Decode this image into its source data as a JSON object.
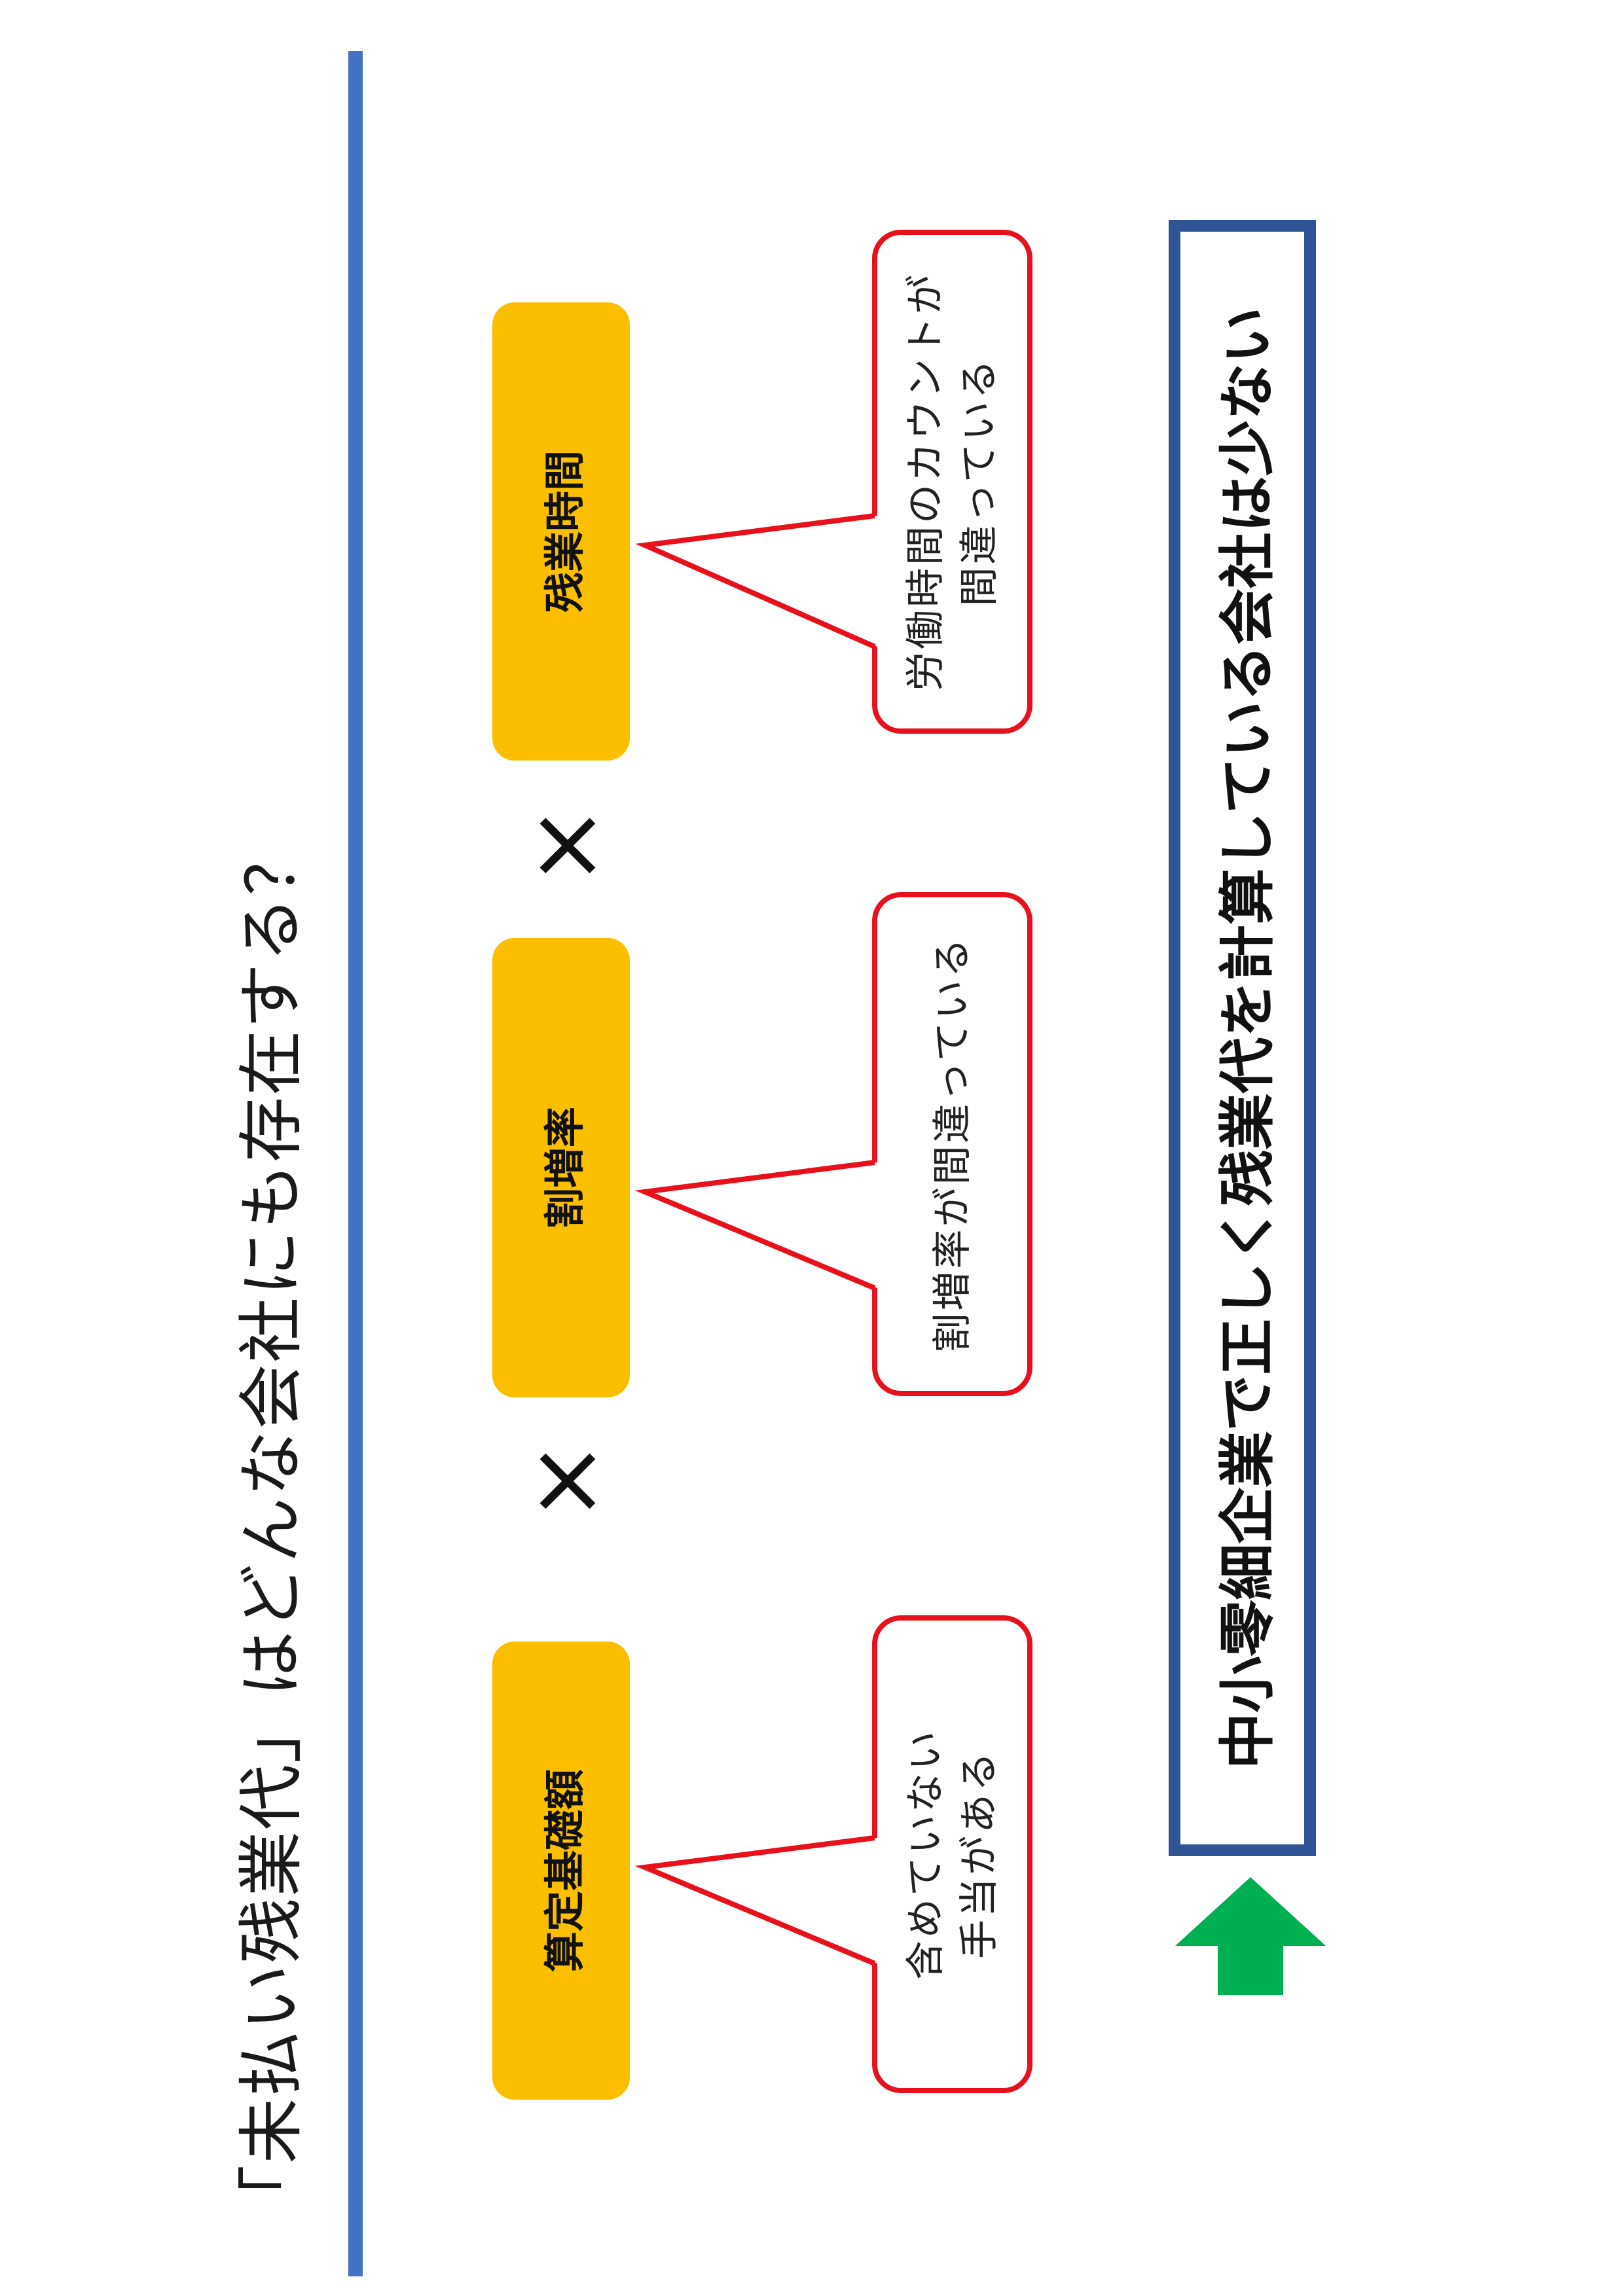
{
  "title": "「未払い残業代」はどんな会社にも存在する？",
  "factors": [
    {
      "label": "算定基礎額",
      "note_lines": [
        "含めていない",
        "手当がある"
      ]
    },
    {
      "label": "割増率",
      "note_lines": [
        "割増率が間違っている"
      ]
    },
    {
      "label": "残業時間",
      "note_lines": [
        "労働時間のカウントが",
        "間違っている"
      ]
    }
  ],
  "operators": [
    "×",
    "×"
  ],
  "conclusion": "中小零細企業で正しく残業代を計算している会社は少ない",
  "colors": {
    "title_rule": "#4472c4",
    "factor_fill": "#fbbf00",
    "bubble_border": "#e8101a",
    "conclusion_border": "#2f5597",
    "arrow": "#00b050"
  },
  "icons": {
    "conclusion_arrow": "right-arrow-icon"
  }
}
